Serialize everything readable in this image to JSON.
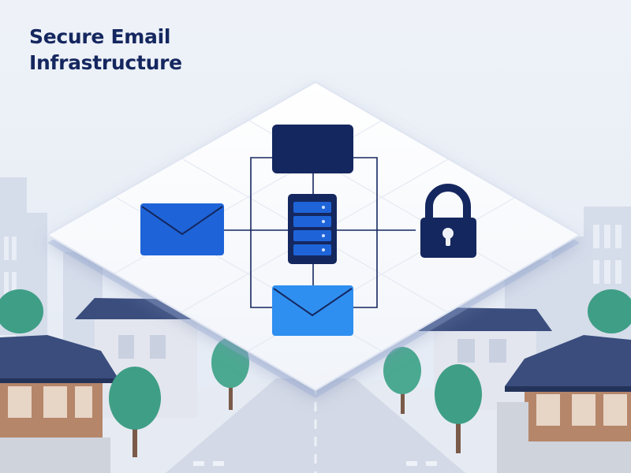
{
  "title": {
    "line1": "Secure Email",
    "line2": "Infrastructure"
  },
  "palette": {
    "background": "#eef2f8",
    "navy": "#15275f",
    "blue": "#1e64d8",
    "light_blue": "#2f8ff0",
    "platform": "#f7f9fd",
    "roof": "#3a4d7d",
    "wood": "#b5866a",
    "tree": "#3f9e86",
    "road": "#d3d9e6"
  },
  "diagram": {
    "nodes": [
      {
        "name": "top-box",
        "icon": "rectangle"
      },
      {
        "name": "email-envelope-left",
        "icon": "envelope-icon"
      },
      {
        "name": "server",
        "icon": "server-icon"
      },
      {
        "name": "lock",
        "icon": "padlock-icon"
      },
      {
        "name": "email-envelope-bottom",
        "icon": "envelope-icon"
      }
    ]
  }
}
